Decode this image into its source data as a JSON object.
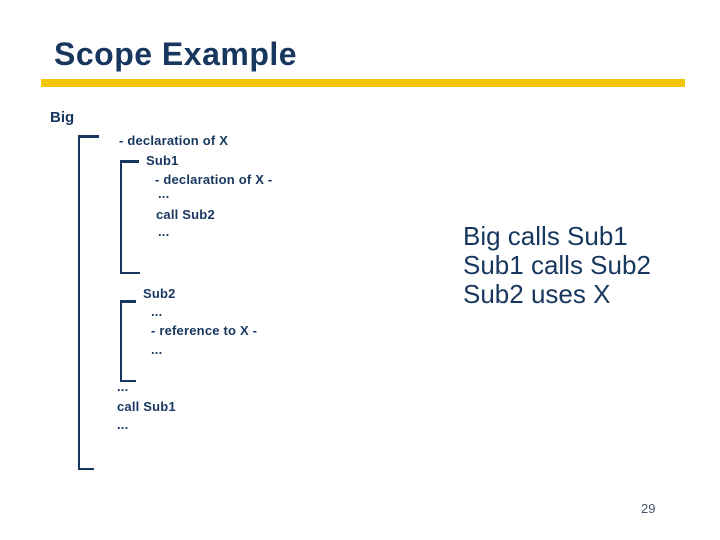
{
  "slide": {
    "title": "Scope Example",
    "page_number": "29",
    "colors": {
      "navy": "#17375E",
      "yellow": "#F5C50A",
      "page_number": "#44546A"
    }
  },
  "diagram": {
    "root_label": "Big",
    "lines": [
      {
        "text": "- declaration of X"
      },
      {
        "text": "Sub1"
      },
      {
        "text": "- declaration of X -"
      },
      {
        "text": "..."
      },
      {
        "text": "call Sub2"
      },
      {
        "text": "..."
      },
      {
        "text": "Sub2"
      },
      {
        "text": "..."
      },
      {
        "text": "- reference to X -"
      },
      {
        "text": "..."
      },
      {
        "text": "..."
      },
      {
        "text": "call Sub1"
      },
      {
        "text": "..."
      }
    ]
  },
  "callout": {
    "lines": [
      "Big calls Sub1",
      "Sub1 calls Sub2",
      "Sub2 uses X"
    ]
  }
}
